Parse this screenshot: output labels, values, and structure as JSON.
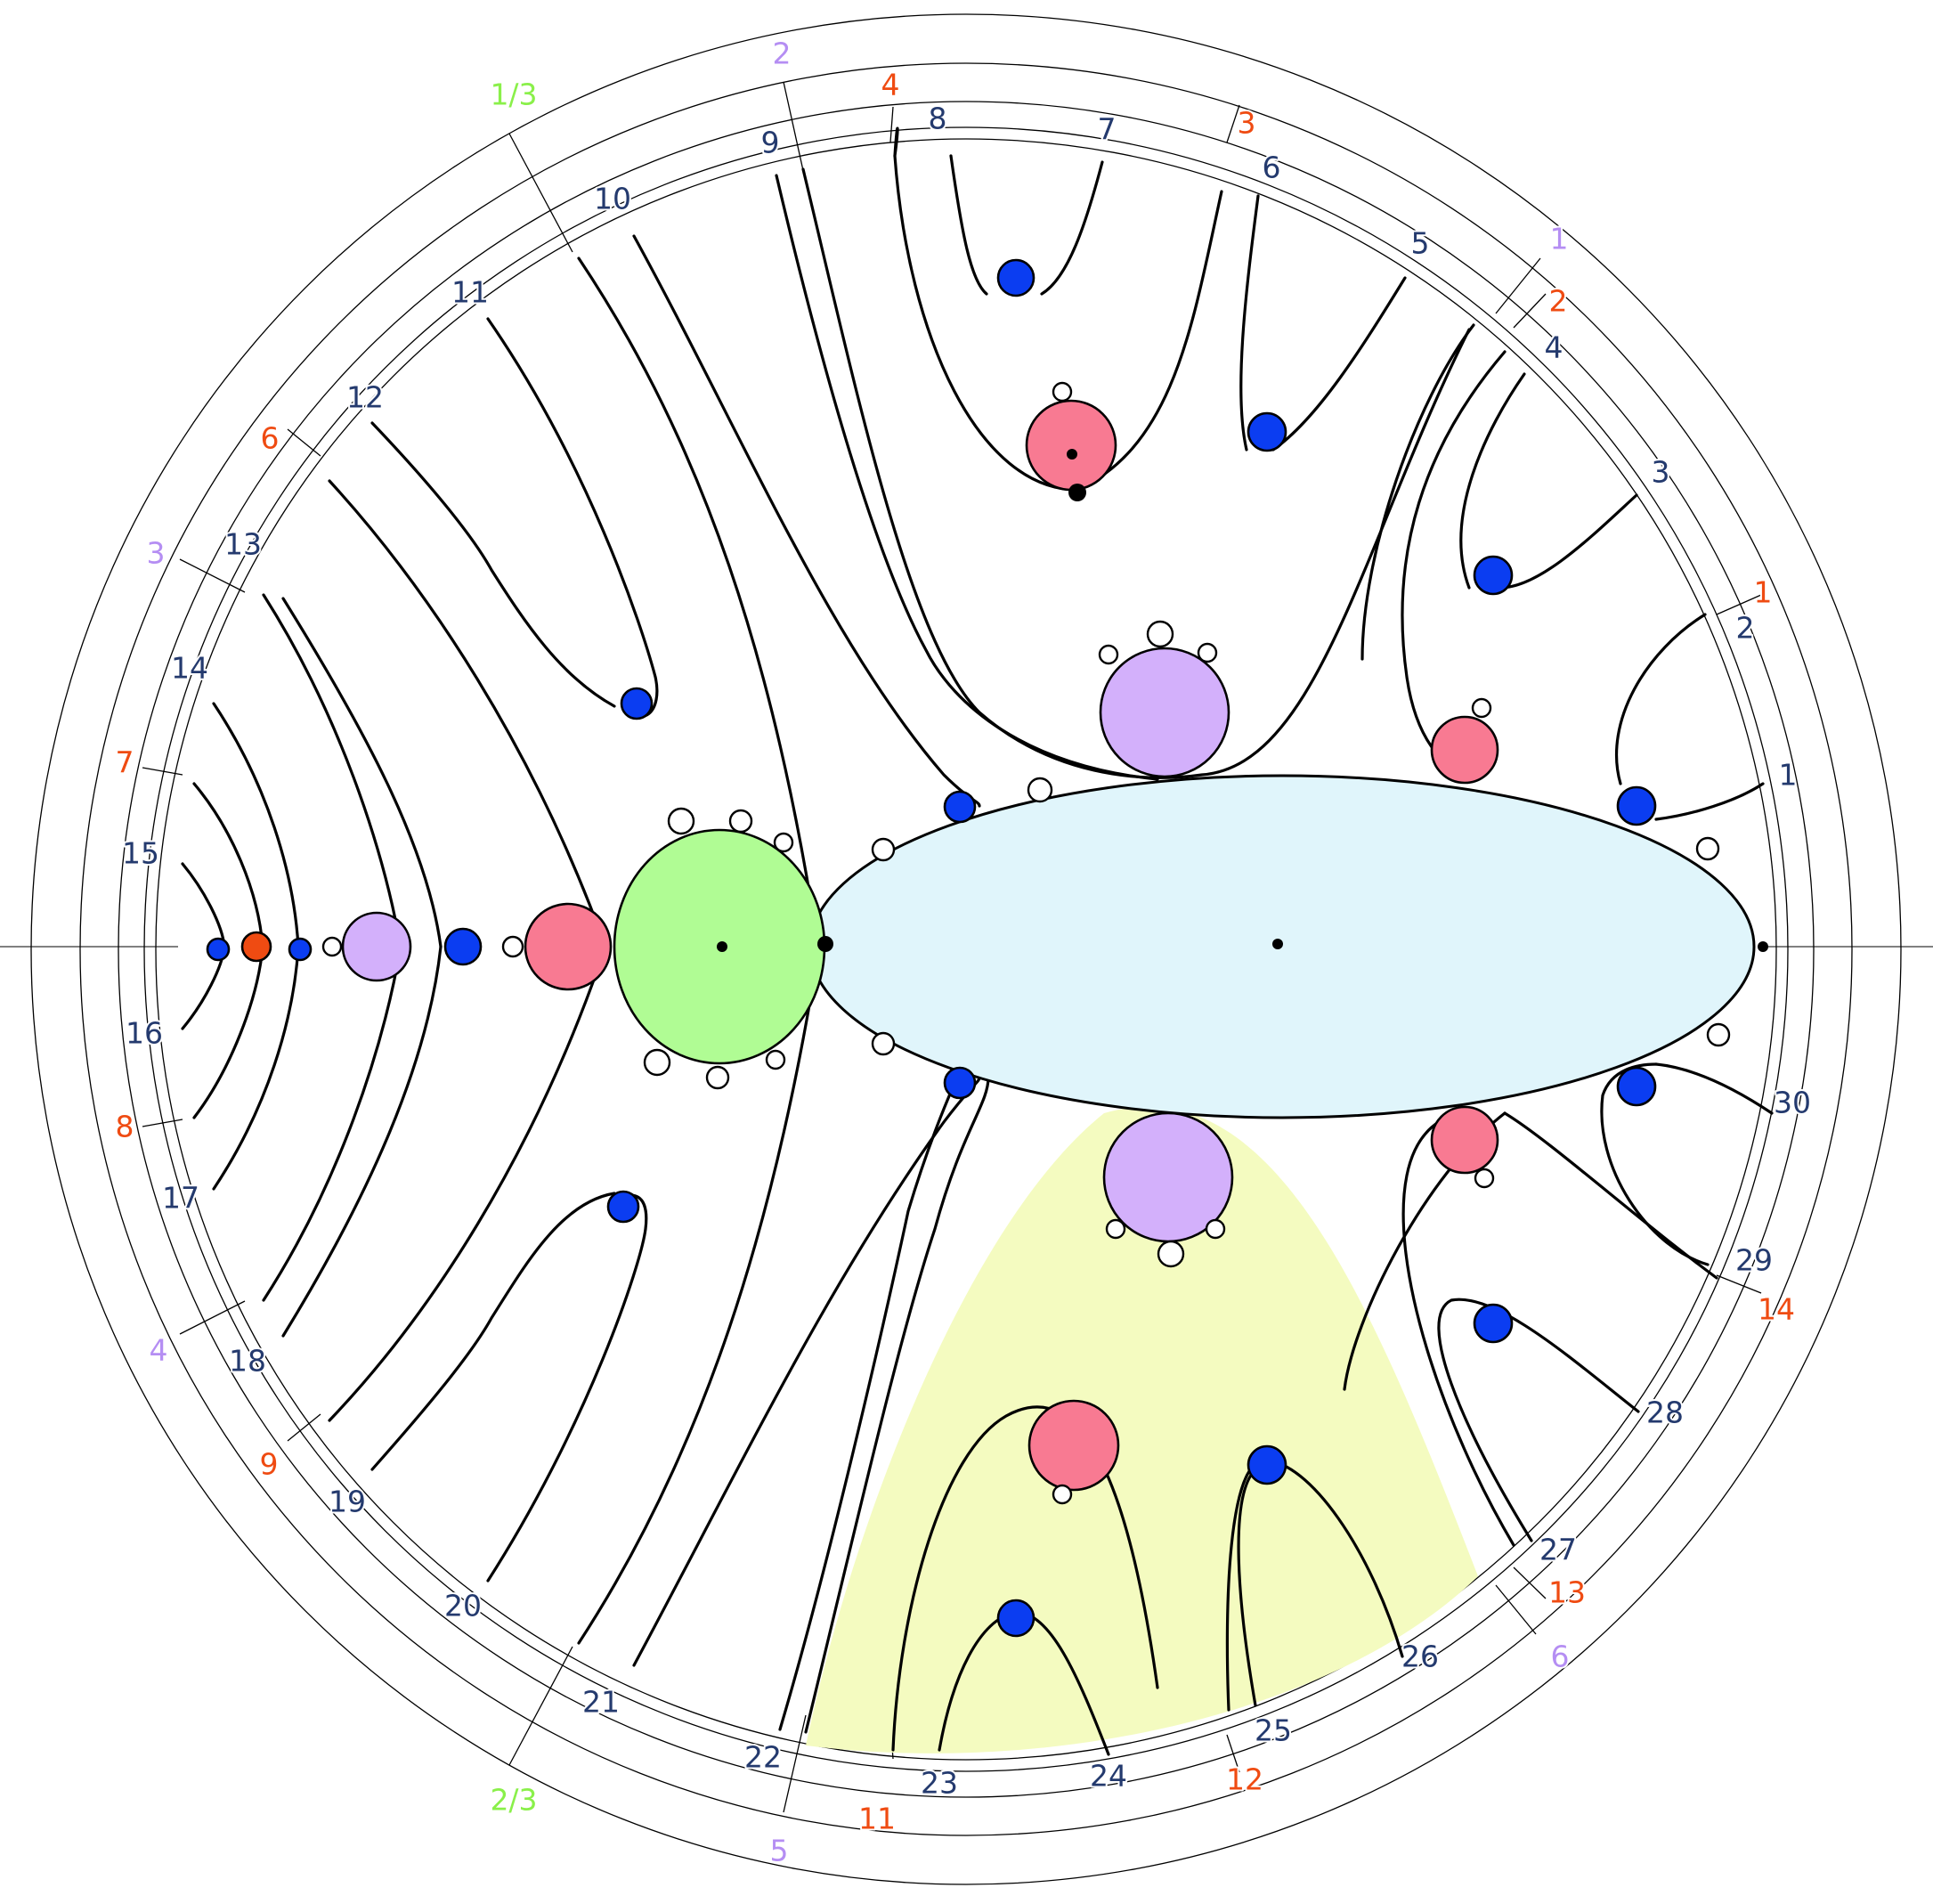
{
  "colors": {
    "cardioid": "#e0f5fb",
    "green_bulb": "#b0fc94",
    "purple_bulb": "#d3b0fb",
    "pink_bulb": "#f87a92",
    "blue_bulb": "#0b3df1",
    "orange_bulb": "#ef4b12",
    "white_bulb": "#ffffff",
    "region_shade": "#f4fbc0",
    "label_navy": "#243a6e",
    "label_orange": "#ef4b12",
    "label_purple": "#b58ef3",
    "label_green": "#8af04a"
  },
  "labels": {
    "period2": [
      "1/3",
      "2/3"
    ],
    "period6": [
      "1",
      "2",
      "3",
      "4",
      "5",
      "6"
    ],
    "period14": [
      "1",
      "2",
      "3",
      "4",
      "6",
      "7",
      "8",
      "9",
      "11",
      "12",
      "13",
      "14"
    ],
    "period30": [
      "1",
      "2",
      "3",
      "4",
      "5",
      "6",
      "7",
      "8",
      "9",
      "10",
      "11",
      "12",
      "13",
      "14",
      "15",
      "16",
      "17",
      "18",
      "19",
      "20",
      "21",
      "22",
      "23",
      "24",
      "25",
      "26",
      "27",
      "28",
      "29",
      "30"
    ]
  }
}
